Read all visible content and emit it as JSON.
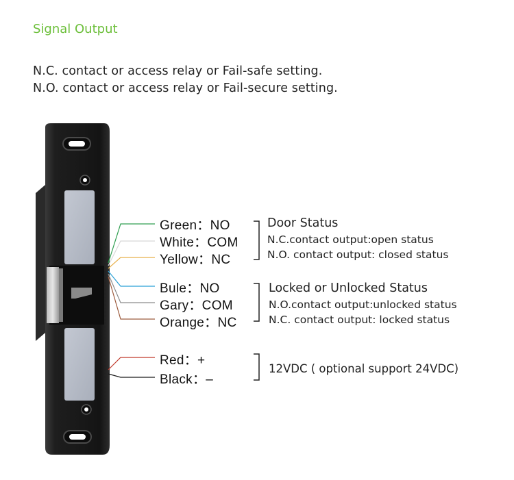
{
  "title": "Signal Output",
  "intro": [
    "N.C. contact or access relay or Fail-safe setting.",
    "N.O. contact or access relay or Fail-secure setting."
  ],
  "wires": [
    {
      "name": "wire-green",
      "label": "Green：NO",
      "color": "#2e9e4f"
    },
    {
      "name": "wire-white",
      "label": "White：COM",
      "color": "#d8d8d8"
    },
    {
      "name": "wire-yellow",
      "label": "Yellow：NC",
      "color": "#e8b04a"
    },
    {
      "name": "wire-blue",
      "label": "Bule：NO",
      "color": "#2aa0d6"
    },
    {
      "name": "wire-gray",
      "label": "Gary：COM",
      "color": "#8c8c8c"
    },
    {
      "name": "wire-orange",
      "label": "Orange：NC",
      "color": "#9c5a3c"
    },
    {
      "name": "wire-red",
      "label": "Red：+",
      "color": "#c0392b"
    },
    {
      "name": "wire-black",
      "label": "Black：–",
      "color": "#1a1a1a"
    }
  ],
  "groups": {
    "door": {
      "title": "Door Status",
      "lines": [
        "N.C.contact output:open status",
        "N.O. contact output: closed status"
      ]
    },
    "lock": {
      "title": "Locked or Unlocked Status",
      "lines": [
        "N.O.contact output:unlocked status",
        "N.C. contact output: locked status"
      ]
    },
    "power": {
      "title": "12VDC ( optional support 24VDC)"
    }
  }
}
